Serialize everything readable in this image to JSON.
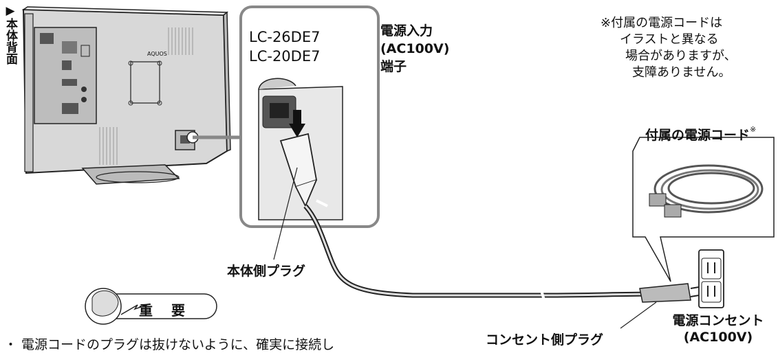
{
  "side_label": "▶本体背面",
  "models": [
    "LC-26DE7",
    "LC-20DE7"
  ],
  "terminal_label": [
    "電源入力",
    "(AC100V)",
    "端子"
  ],
  "tv_logo": "AQUOS",
  "note_lines": [
    "※付属の電源コードは",
    "イラストと異なる",
    "場合がありますが、",
    "支障ありません。"
  ],
  "cord_label": "付属の電源コード",
  "cord_label_mark": "※",
  "device_plug_label": "本体側プラグ",
  "outlet_plug_label": "コンセント側プラグ",
  "outlet_label": [
    "電源コンセント",
    "(AC100V)"
  ],
  "important_label": "重 要",
  "notice_text": "・ 電源コードのプラグは抜けないように、確実に接続し",
  "colors": {
    "line": "#222222",
    "gray_fill": "#d9d9d9",
    "dark_fill": "#555555",
    "light_fill": "#eeeeee"
  }
}
